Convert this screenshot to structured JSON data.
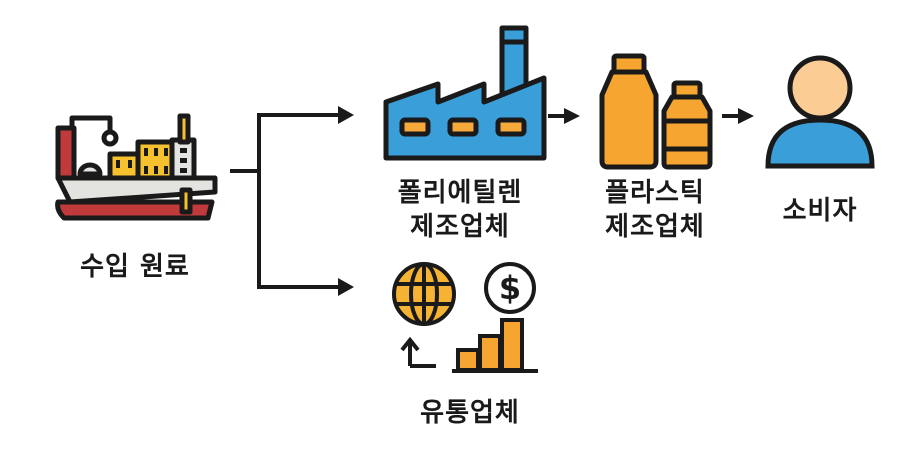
{
  "diagram": {
    "title": "",
    "nodes": [
      {
        "id": "import",
        "label": "수입 원료",
        "icon": "cargo-ship-icon"
      },
      {
        "id": "pe_maker",
        "label_line1": "폴리에틸렌",
        "label_line2": "제조업체",
        "icon": "factory-icon"
      },
      {
        "id": "plastic_maker",
        "label_line1": "플라스틱",
        "label_line2": "제조업체",
        "icon": "bottles-icon"
      },
      {
        "id": "consumer",
        "label": "소비자",
        "icon": "person-icon"
      },
      {
        "id": "distributor",
        "label": "유통업체",
        "icon": "global-trade-icon"
      }
    ],
    "edges": [
      {
        "from": "import",
        "to": "pe_maker"
      },
      {
        "from": "import",
        "to": "distributor"
      },
      {
        "from": "pe_maker",
        "to": "plastic_maker"
      },
      {
        "from": "plastic_maker",
        "to": "consumer"
      }
    ],
    "colors": {
      "outline": "#1a1a1a",
      "ship_hull": "#c0393b",
      "ship_deck": "#e3e3e0",
      "cargo_yellow": "#f5c12e",
      "factory_blue": "#3a9fd8",
      "window_orange": "#f6a93b",
      "bottle_orange": "#f6a531",
      "skin": "#fbcd95",
      "shirt_blue": "#3a9fd8",
      "globe_orange": "#f6b232"
    }
  }
}
